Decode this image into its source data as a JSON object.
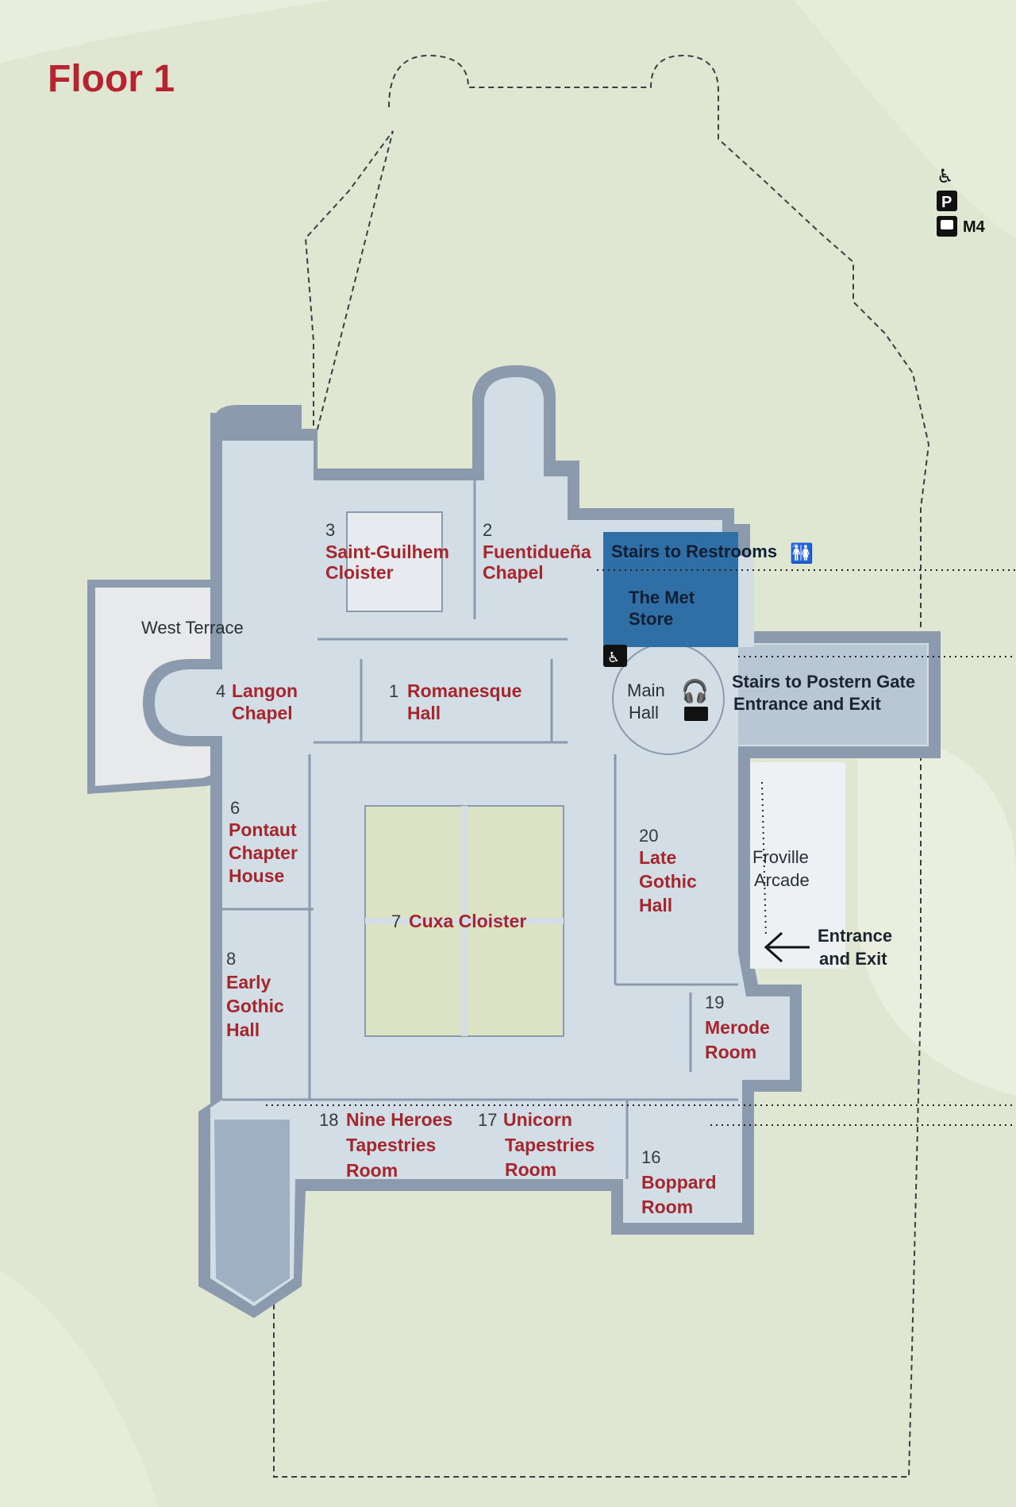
{
  "title": "Floor 1",
  "legend": {
    "parking": "P",
    "bus": "M4",
    "icons": [
      "accessible-icon",
      "parking-icon",
      "bus-icon"
    ]
  },
  "rooms": [
    {
      "number": "1",
      "name": [
        "Romanesque",
        "Hall"
      ]
    },
    {
      "number": "2",
      "name": [
        "Fuentidueña",
        "Chapel"
      ]
    },
    {
      "number": "3",
      "name": [
        "Saint-Guilhem",
        "Cloister"
      ]
    },
    {
      "number": "4",
      "name": [
        "Langon",
        "Chapel"
      ]
    },
    {
      "number": "6",
      "name": [
        "Pontaut",
        "Chapter",
        "House"
      ]
    },
    {
      "number": "7",
      "name": [
        "Cuxa Cloister"
      ]
    },
    {
      "number": "8",
      "name": [
        "Early",
        "Gothic",
        "Hall"
      ]
    },
    {
      "number": "16",
      "name": [
        "Boppard",
        "Room"
      ]
    },
    {
      "number": "17",
      "name": [
        "Unicorn",
        "Tapestries",
        "Room"
      ]
    },
    {
      "number": "18",
      "name": [
        "Nine Heroes",
        "Tapestries",
        "Room"
      ]
    },
    {
      "number": "19",
      "name": [
        "Merode",
        "Room"
      ]
    },
    {
      "number": "20",
      "name": [
        "Late",
        "Gothic",
        "Hall"
      ]
    }
  ],
  "areas": {
    "west_terrace": "West Terrace",
    "main_hall": [
      "Main",
      "Hall"
    ],
    "froville_arcade": [
      "Froville",
      "Arcade"
    ],
    "met_store": [
      "The Met",
      "Store"
    ]
  },
  "labels": {
    "restrooms": "Stairs to Restrooms",
    "postern": [
      "Stairs to Postern Gate",
      "Entrance and Exit"
    ],
    "entrance": [
      "Entrance",
      "and Exit"
    ]
  },
  "colors": {
    "background": "#dfe7d2",
    "building": "#d3dde6",
    "wall": "#8b9aac",
    "store": "#2f6fa6",
    "corridor": "#b9c6d3",
    "garden": "#dbe3c4",
    "room_label": "#a5262d"
  }
}
